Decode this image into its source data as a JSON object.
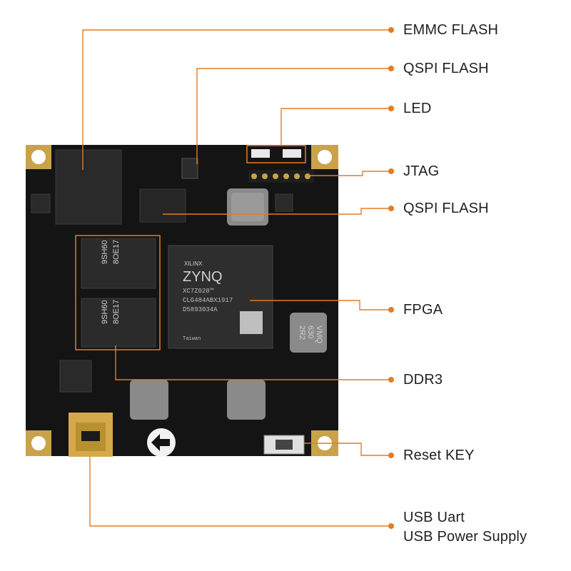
{
  "labels": {
    "emmc_flash": "EMMC FLASH",
    "qspi_flash_top": "QSPI FLASH",
    "led": "LED",
    "jtag": "JTAG",
    "qspi_flash_mid": "QSPI FLASH",
    "fpga": "FPGA",
    "ddr3": "DDR3",
    "reset_key": "Reset KEY",
    "usb_line1": "USB Uart",
    "usb_line2": "USB Power Supply"
  },
  "chip_markings": {
    "fpga_brand": "XILINX",
    "fpga_family": "ZYNQ",
    "fpga_part": "XC7Z020™",
    "fpga_package": "CLG484ABX1917",
    "fpga_lot": "D5893034A",
    "fpga_origin": "Taiwan",
    "ddr_line1": "9SH60",
    "ddr_line2": "8OE17",
    "inductor_line1": "2R2",
    "inductor_line2": "630",
    "inductor_line3": "VMQ"
  },
  "colors": {
    "callout": "#e57c1f",
    "board": "#141414",
    "pad_gold": "#c9a24a",
    "label_text": "#222222"
  }
}
